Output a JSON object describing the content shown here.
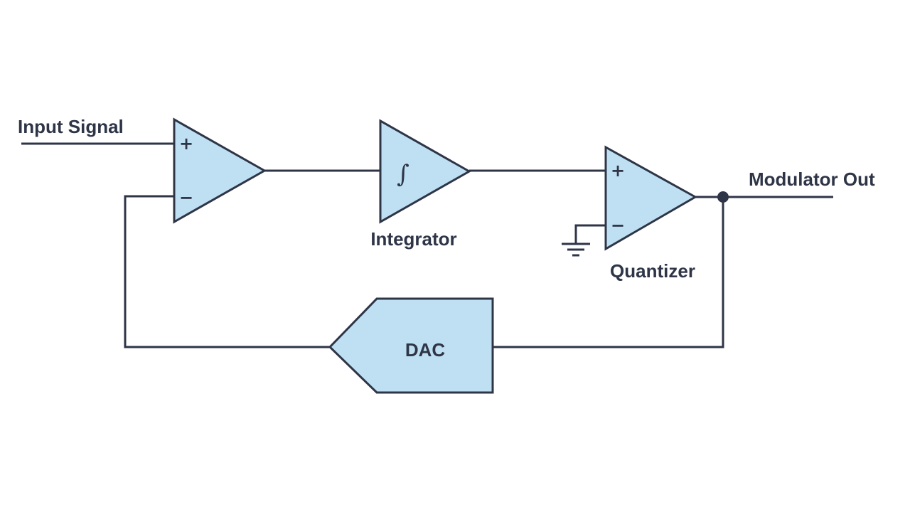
{
  "labels": {
    "input": "Input Signal",
    "integrator": "Integrator",
    "quantizer": "Quantizer",
    "output": "Modulator Out",
    "dac": "DAC"
  },
  "symbols": {
    "plus": "+",
    "minus": "−",
    "integral": "∫"
  },
  "colors": {
    "block_fill": "#bfe0f3",
    "stroke": "#2e3547"
  }
}
